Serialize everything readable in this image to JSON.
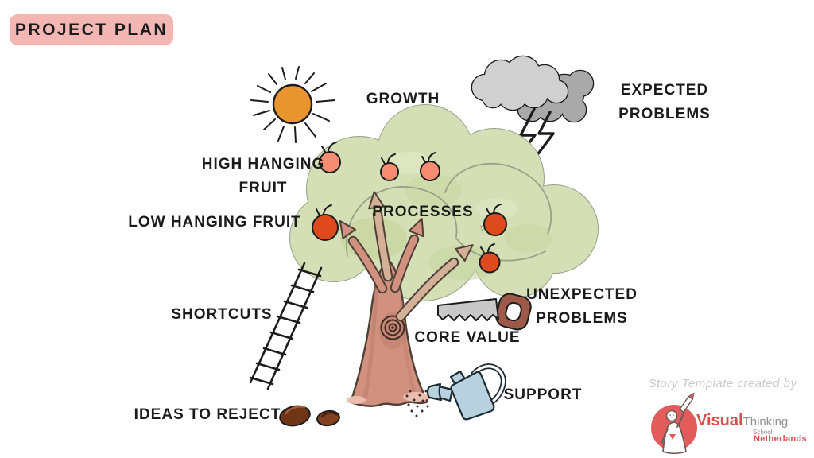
{
  "title": {
    "label": "PROJECT PLAN"
  },
  "labels": {
    "growth": "GROWTH",
    "expected_problems": "EXPECTED\nPROBLEMS",
    "high_hanging_fruit": "HIGH HANGING\nFRUIT",
    "low_hanging_fruit": "LOW HANGING FRUIT",
    "processes": "PROCESSES",
    "shortcuts": "SHORTCUTS",
    "core_value": "CORE VALUE",
    "unexpected_problems": "UNEXPECTED\nPROBLEMS",
    "support": "SUPPORT",
    "ideas_to_reject": "IDEAS TO REJECT"
  },
  "footer": {
    "credit": "Story Template created by",
    "logo": {
      "visual": "Visual",
      "thinking": "Thinking",
      "school": "School",
      "netherlands": "Netherlands"
    }
  },
  "icons": {
    "sun": "sun-icon",
    "storm_cloud": "storm-cloud-icon",
    "lightning": "lightning-icon",
    "tree_canopy": "tree-canopy",
    "tree_trunk": "tree-trunk",
    "growth_arrows": "growth-arrows-icon",
    "apple": "apple-icon",
    "ladder": "ladder-icon",
    "saw": "saw-icon",
    "watering_can": "watering-can-icon",
    "water_drops": "water-drops-icon",
    "rotten_fruit": "rotten-fruit-icon",
    "mascot": "mascot-icon"
  },
  "colors": {
    "badge_pink": "#f3b6b2",
    "ink": "#1b1b1b",
    "outline_dark": "#1c1c1c",
    "canopy_green": "#d5dfb5",
    "canopy_outline": "#97a288",
    "canopy_texture": "#c5d49c",
    "canopy_highlight": "#e3eac9",
    "apple_light": "#f68c72",
    "apple_red": "#dc4a1e",
    "trunk": "#d2907f",
    "trunk_dark": "#b97a69",
    "trunk_outline": "#4e3f37",
    "branch_tan": "#d4b097",
    "root_shadow": "#eabdaf",
    "sun_orange": "#e8952f",
    "cloud_light": "#d0d0d0",
    "cloud_dark": "#a9a9a9",
    "saw_blade": "#c8c8c8",
    "saw_handle": "#9e5a48",
    "can_blue": "#b7d2de",
    "water_drop": "#2f2f2f",
    "fruit_brown": "#6e3616",
    "fruit_brown2": "#83401f",
    "logo_red": "#e25c5c",
    "logo_text_red": "#d94f4f",
    "logo_gray": "#8f8f8f",
    "credit_gray": "#c9c9c9"
  }
}
